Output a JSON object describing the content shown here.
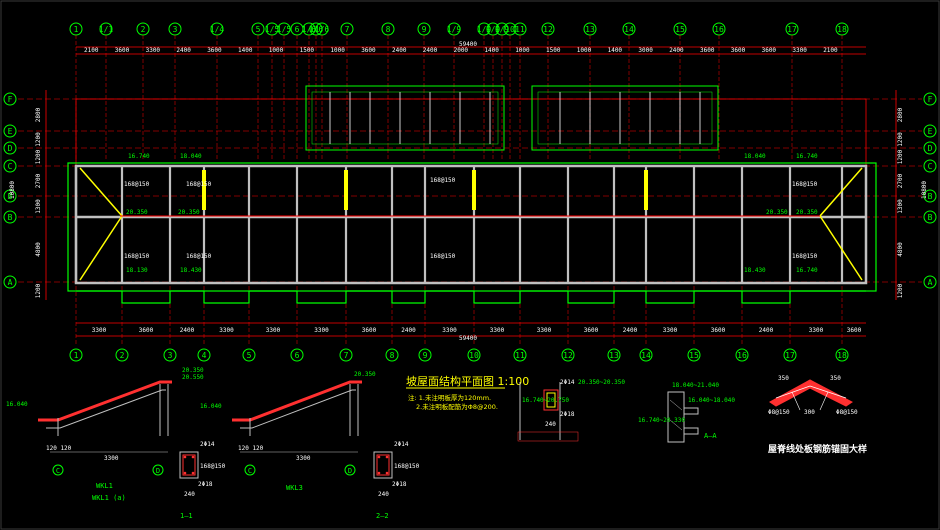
{
  "plan": {
    "title": "坡屋面结构平面图 1:100",
    "notes": [
      "注: 1.未注明板厚为120mm.",
      "2.未注明板配筋为Φ8@200."
    ],
    "top_axes": [
      "1",
      "1/1",
      "2",
      "3",
      "1/4",
      "5",
      "1/5",
      "1/5",
      "6",
      "1/6",
      "1/6",
      "1/6",
      "7",
      "8",
      "9",
      "1/9",
      "1/9",
      "1/9",
      "1/9",
      "10",
      "11",
      "12",
      "13",
      "14",
      "15",
      "16",
      "17",
      "18"
    ],
    "bottom_axes": [
      "1",
      "2",
      "3",
      "4",
      "5",
      "6",
      "7",
      "8",
      "9",
      "10",
      "11",
      "12",
      "13",
      "14",
      "15",
      "16",
      "17",
      "18"
    ],
    "left_axes": [
      "F",
      "E",
      "D",
      "C",
      "B",
      "B",
      "A"
    ],
    "right_axes": [
      "F",
      "E",
      "D",
      "C",
      "B",
      "B",
      "A"
    ],
    "top_total": "59400",
    "bottom_total": "59400",
    "top_dims": [
      "2100",
      "3600",
      "3300",
      "2400",
      "3600",
      "1400",
      "1000",
      "1500",
      "1000",
      "3600",
      "2400",
      "2400",
      "2000",
      "1400",
      "1000",
      "1500",
      "1000",
      "1400",
      "3000",
      "2400",
      "3600",
      "3600",
      "3600",
      "3300",
      "2100"
    ],
    "bottom_dims": [
      "3300",
      "3600",
      "2400",
      "3300",
      "3300",
      "3300",
      "3600",
      "2400",
      "3300",
      "3300",
      "3300",
      "3600",
      "2400",
      "3300",
      "3600",
      "2400",
      "3300",
      "3600"
    ],
    "left_dims": [
      "2800",
      "1200",
      "1200",
      "2700",
      "1300",
      "4800",
      "1200"
    ],
    "right_dims": [
      "2800",
      "1200",
      "1200",
      "2700",
      "1300",
      "4800",
      "1200"
    ],
    "total_depth": "10800",
    "elevations": [
      "16.740",
      "18.040",
      "18.040",
      "16.740",
      "20.350",
      "20.350",
      "20.350",
      "20.350",
      "18.130",
      "18.430",
      "18.430",
      "16.740"
    ],
    "slab_marks": [
      "168@150",
      "168@150",
      "168@150",
      "168@150",
      "168@150",
      "168@150",
      "168@150",
      "168@150"
    ]
  },
  "details": {
    "wkl1_title": "WKL1",
    "wkl1a_title": "WKL1 (a)",
    "wkl3_title": "WKL3",
    "sec11": "1—1",
    "sec22": "2—2",
    "ridge_caption": "屋脊线处板钢筋锚固大样",
    "wkl_elevs": [
      "16.040",
      "20.350",
      "20.550",
      "16.040",
      "20.350"
    ],
    "beam_dims": [
      "120 120",
      "3300",
      "120 120",
      "3300"
    ],
    "axis_marks": [
      "C",
      "D",
      "C",
      "D"
    ],
    "sec_dims": [
      "240",
      "2Φ14",
      "2Φ18",
      "168@150",
      "240",
      "2Φ14",
      "2Φ18",
      "168@150"
    ],
    "col_marks": [
      "2Φ14",
      "20.350~20.350",
      "16.740~20.750",
      "240",
      "2Φ18"
    ],
    "misc_labels": [
      "18.040~21.040",
      "16.040~18.040",
      "16.740~20.330",
      "A—A"
    ],
    "ridge_dims": [
      "350",
      "350",
      "300",
      "Φ8@150",
      "Φ8@150"
    ]
  },
  "colors": {
    "background": "#000000",
    "axis": "#00ff00",
    "dimension": "#ff0000",
    "beam": "#c0c0c0",
    "column": "#ffff00",
    "grid_line": "#ff0000",
    "roof": "#00ff00"
  }
}
